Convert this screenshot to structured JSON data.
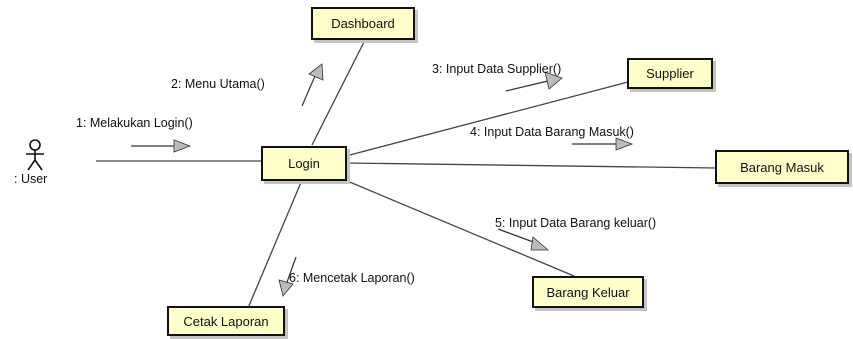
{
  "actor": {
    "label": ": User"
  },
  "objects": {
    "login": "Login",
    "dashboard": "Dashboard",
    "supplier": "Supplier",
    "barang_masuk": "Barang Masuk",
    "barang_keluar": "Barang Keluar",
    "cetak_laporan": "Cetak Laporan"
  },
  "messages": [
    "1: Melakukan Login()",
    "2: Menu Utama()",
    "3: Input Data Supplier()",
    "4: Input Data Barang Masuk()",
    "5: Input Data Barang keluar()",
    "6: Mencetak Laporan()"
  ],
  "colors": {
    "object_fill": "#ffffcc",
    "line": "#444444",
    "arrow_fill": "#bbbbbb"
  }
}
